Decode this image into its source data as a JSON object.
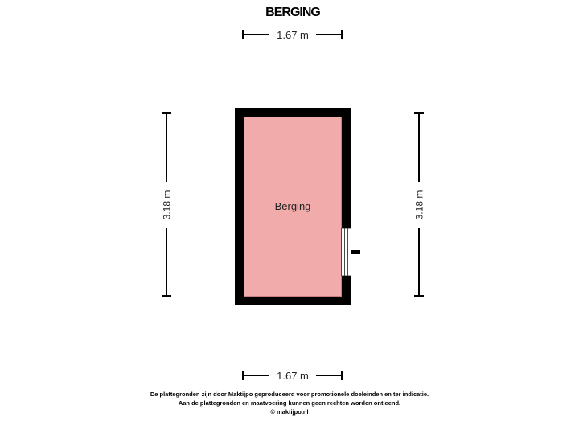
{
  "title": "BERGING",
  "room": {
    "label": "Berging"
  },
  "dimensions": {
    "top": "1.67 m",
    "bottom": "1.67 m",
    "left": "3.18 m",
    "right": "3.18 m"
  },
  "footer": {
    "line1": "De plattegronden zijn door Maktijpo geproduceerd voor promotionele doeleinden en ter indicatie.",
    "line2": "Aan de plattegronden en maatvoering kunnen geen rechten worden ontleend.",
    "line3": "© maktijpo.nl"
  },
  "colors": {
    "background": "#ffffff",
    "room_fill": "#f2abab",
    "room_outline": "#c98080",
    "wall": "#000000",
    "dimension_line": "#000000"
  }
}
